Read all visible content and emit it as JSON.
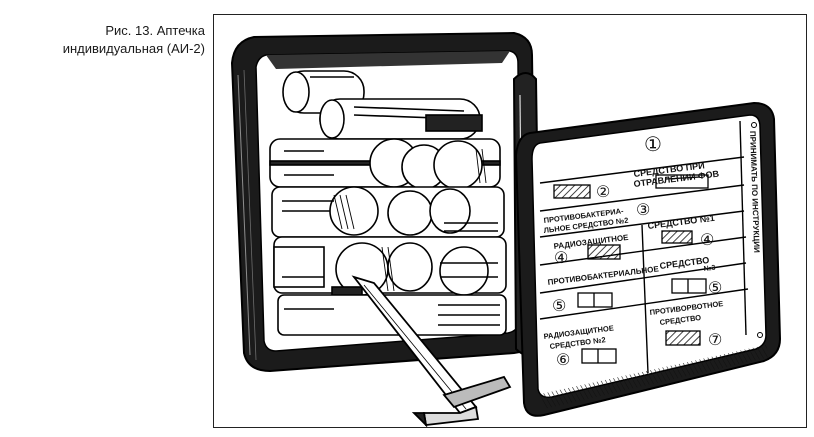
{
  "caption": {
    "line1": "Рис. 13. Аптечка",
    "line2": "индивидуальная (АИ-2)"
  },
  "panel": {
    "side_text": "ПРИНИМАТЬ ПО ИНСТРУКЦИИ",
    "n1": "①",
    "n2": "②",
    "n3": "③",
    "n4a": "④",
    "n4b": "④",
    "n5a": "⑤",
    "n5b": "⑤",
    "n6": "⑥",
    "n7": "⑦",
    "fov_line1": "СРЕДСТВО ПРИ",
    "fov_line2": "ОТРАВЛЕНИИ ФОВ",
    "antibac2_line1": "ПРОТИВОБАКТЕРИА-",
    "antibac2_line2": "ЛЬНОЕ СРЕДСТВО №2",
    "radio_line": "РАДИОЗАЩИТНОЕ",
    "sredstvo1": "СРЕДСТВО №1",
    "antibac_line": "ПРОТИВОБАКТЕРИАЛЬНОЕ",
    "sredstvo_n3": "СРЕДСТВО",
    "n3_small": "№3",
    "radio2_line1": "РАДИОЗАЩИТНОЕ",
    "radio2_line2": "СРЕДСТВО №2",
    "antirvot_line1": "ПРОТИВОРВОТНОЕ",
    "antirvot_line2": "СРЕДСТВО"
  }
}
